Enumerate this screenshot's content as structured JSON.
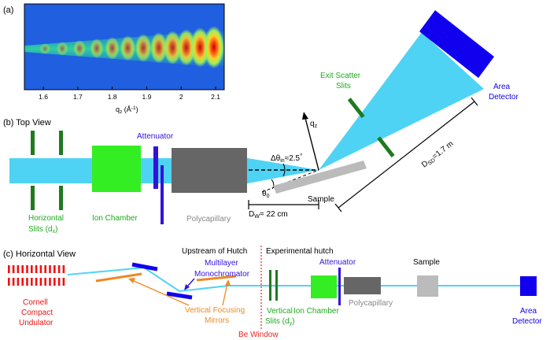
{
  "panels": {
    "a": "(a)",
    "b": "(b) Top View",
    "c": "(c) Horizontal View"
  },
  "heatmap": {
    "x_axis_label": "q",
    "x_axis_sub": "z",
    "x_axis_unit": " (Å",
    "x_axis_unit_sup": "-1",
    "x_axis_unit_close": ")",
    "x_ticks": [
      "1.6",
      "1.7",
      "1.8",
      "1.9",
      "2",
      "2.1"
    ],
    "tick_values": [
      1.6,
      1.7,
      1.8,
      1.9,
      2.0,
      2.1
    ],
    "x_range": [
      1.545,
      2.125
    ],
    "peak_positions": [
      1.605,
      1.655,
      1.705,
      1.755,
      1.8,
      1.845,
      1.89,
      1.935,
      1.975,
      2.015,
      2.055,
      2.095
    ],
    "colors": {
      "background": "#1f5fe0",
      "band": "#2fd3a0",
      "peak": "#d40a0a"
    }
  },
  "top_view": {
    "horizontal_slits": "Horizontal",
    "horizontal_slits_2": "Slits (d",
    "horizontal_slits_sub": "x",
    "horizontal_slits_close": ")",
    "ion_chamber": "Ion Chamber",
    "attenuator": "Attenuator",
    "polycapillary": "Polycapillary",
    "sample": "Sample",
    "exit_slits_1": "Exit Scatter",
    "exit_slits_2": "Slits",
    "area_detector_1": "Area",
    "area_detector_2": "Detector",
    "qz": "q",
    "qz_sub": "z",
    "delta_theta": "Δθ",
    "delta_theta_sub": "in",
    "delta_theta_val": "≈2.5",
    "delta_theta_deg": "°",
    "theta0": "θ",
    "theta0_sub": "0",
    "dw": "D",
    "dw_sub": "W",
    "dw_val": "= 22 cm",
    "dsd": "D",
    "dsd_sub": "SD",
    "dsd_val": "=1.7 m"
  },
  "horizontal_view": {
    "undulator_1": "Cornell",
    "undulator_2": "Compact",
    "undulator_3": "Undulator",
    "upstream": "Upstream of Hutch",
    "experimental": "Experimental hutch",
    "mono_1": "Multilayer",
    "mono_2": "Monochromator",
    "mirrors_1": "Vertical Focusing",
    "mirrors_2": "Mirrors",
    "be_window": "Be Window",
    "vslits_1": "Vertical",
    "vslits_2": "Slits (d",
    "vslits_sub": "y",
    "vslits_close": ")",
    "ion_chamber": "Ion Chamber",
    "attenuator": "Attenuator",
    "polycapillary": "Polycapillary",
    "sample": "Sample",
    "area_detector_1": "Area",
    "area_detector_2": "Detector"
  },
  "colors": {
    "beam": "#4fd3f5",
    "slits": "#1f7a1f",
    "ion_chamber": "#33ee22",
    "attenuator": "#3311dd",
    "polycapillary": "#666666",
    "sample": "#bbbbbb",
    "detector": "#1100ee",
    "undulator": "#ee1111",
    "mirror": "#ee8822",
    "be_window": "#ee2222"
  }
}
